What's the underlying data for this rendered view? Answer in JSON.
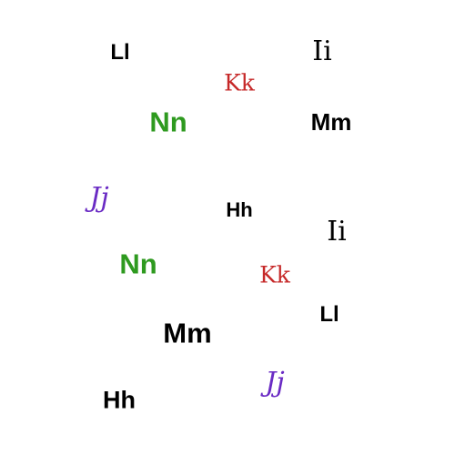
{
  "colors": {
    "black": "#000000",
    "red": "#c62828",
    "green": "#2e9a1f",
    "purple": "#6a2bc4"
  },
  "glyphs": [
    {
      "text": "Ll",
      "color": "#000000"
    },
    {
      "text": "Ii",
      "color": "#000000"
    },
    {
      "text": "Kk",
      "color": "#c62828"
    },
    {
      "text": "Nn",
      "color": "#2e9a1f"
    },
    {
      "text": "Mm",
      "color": "#000000"
    },
    {
      "text": "Jj",
      "color": "#6a2bc4"
    },
    {
      "text": "Hh",
      "color": "#000000"
    },
    {
      "text": "Ii",
      "color": "#000000"
    },
    {
      "text": "Nn",
      "color": "#2e9a1f"
    },
    {
      "text": "Kk",
      "color": "#c62828"
    },
    {
      "text": "Ll",
      "color": "#000000"
    },
    {
      "text": "Mm",
      "color": "#000000"
    },
    {
      "text": "Jj",
      "color": "#6a2bc4"
    },
    {
      "text": "Hh",
      "color": "#000000"
    }
  ]
}
